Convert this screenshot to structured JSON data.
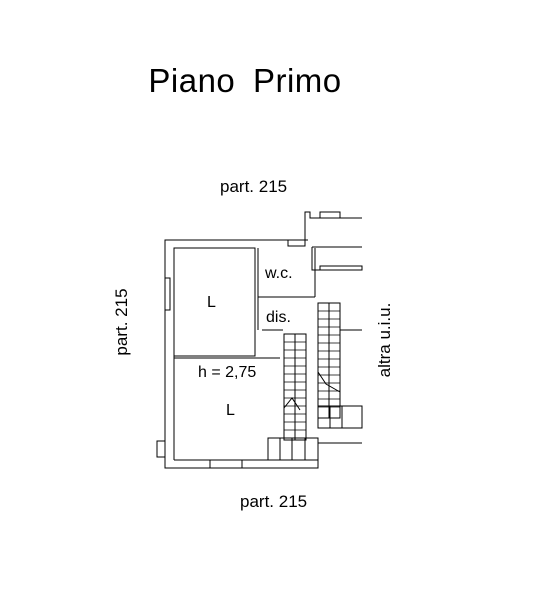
{
  "title": "Piano  Primo",
  "labels": {
    "top": "part. 215",
    "bottom": "part. 215",
    "left": "part. 215",
    "right": "altra  u.i.u."
  },
  "rooms": {
    "upper_living": "L",
    "lower_living": "L",
    "wc": "w.c.",
    "dis": "dis.",
    "height": "h = 2,75"
  }
}
